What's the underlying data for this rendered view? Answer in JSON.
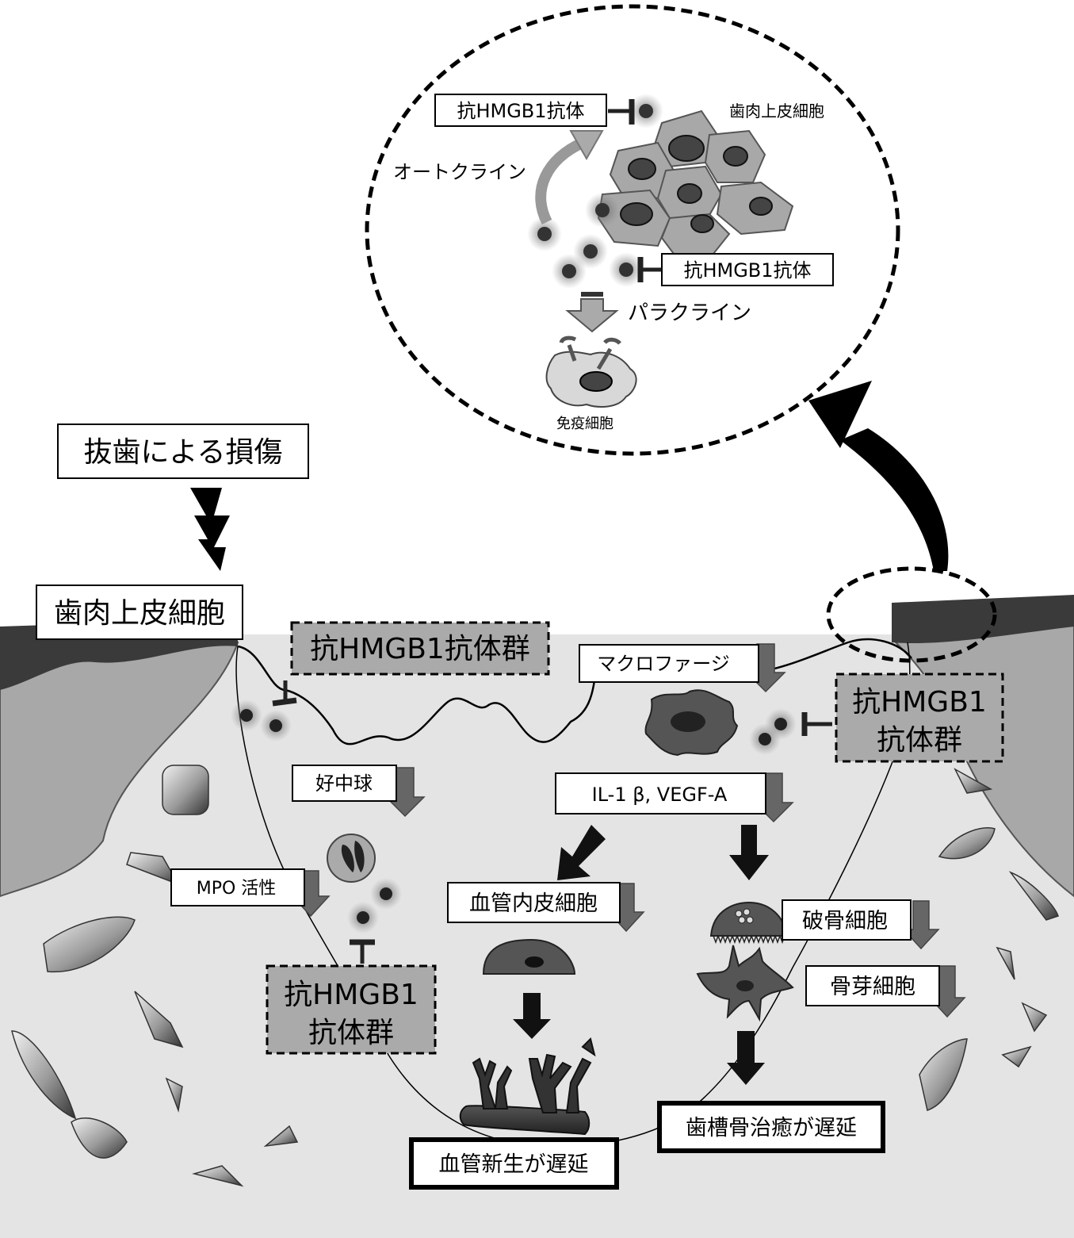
{
  "inset": {
    "epithelial_label": "歯肉上皮細胞",
    "antibody_top": "抗HMGB1抗体",
    "antibody_mid": "抗HMGB1抗体",
    "autocrine": "オートクライン",
    "paracrine": "パラクライン",
    "immune_cell": "免疫細胞"
  },
  "injury": "抜歯による損傷",
  "epithelium": "歯肉上皮細胞",
  "antibody_group_top": "抗HMGB1抗体群",
  "antibody_group_right": [
    "抗HMGB1",
    "抗体群"
  ],
  "antibody_group_left": [
    "抗HMGB1",
    "抗体群"
  ],
  "labels": {
    "macrophage": "マクロファージ",
    "neutrophil": "好中球",
    "mpo": "MPO 活性",
    "cytokines": "IL-1 β,  VEGF-A",
    "endothelial": "血管内皮細胞",
    "osteoclast": "破骨細胞",
    "osteoblast": "骨芽細胞"
  },
  "outcomes": {
    "angiogenesis": "血管新生が遅延",
    "bone_healing": "歯槽骨治癒が遅延"
  }
}
